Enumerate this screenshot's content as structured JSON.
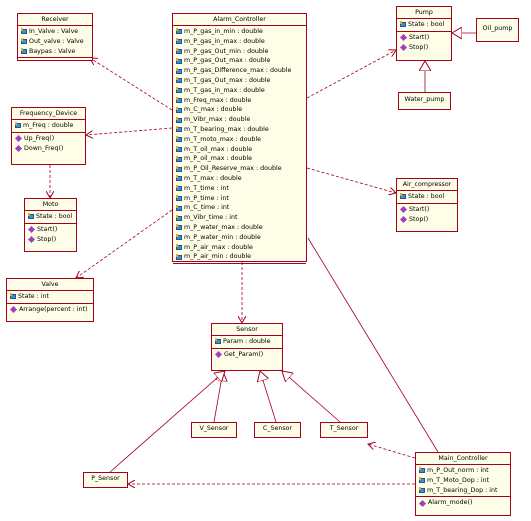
{
  "classes": {
    "receiver": {
      "name": "Receiver",
      "attributes": [
        "In_Valve : Valve",
        "Out_valve : Valve",
        "Baypas : Valve"
      ],
      "operations": []
    },
    "alarm_controller": {
      "name": "Alarm_Controller",
      "attributes": [
        "m_P_gas_in_min : double",
        "m_P_gas_in_max : double",
        "m_P_gas_Out_min : double",
        "m_P_gas_Out_max : double",
        "m_P_gas_Difference_max : double",
        "m_T_gas_Out_max : double",
        "m_T_gas_in_max : double",
        "m_Freq_max : double",
        "m_C_max : double",
        "m_Vibr_max : double",
        "m_T_bearing_max : double",
        "m_T_moto_max : double",
        "m_T_oil_max : double",
        "m_P_oil_max : double",
        "m_P_Oil_Reserve_max : double",
        "m_T_max : double",
        "m_T_time : int",
        "m_P_time : int",
        "m_C_time : int",
        "m_Vibr_time : int",
        "m_P_water_max : double",
        "m_P_water_min : double",
        "m_P_air_max : double",
        "m_P_air_min : double"
      ],
      "operations": []
    },
    "pump": {
      "name": "Pump",
      "attributes": [
        "State : bool"
      ],
      "operations": [
        "Start()",
        "Stop()"
      ]
    },
    "oil_pump": {
      "name": "Oil_pump"
    },
    "water_pump": {
      "name": "Water_pump"
    },
    "frequency_device": {
      "name": "Frequency_Device",
      "attributes": [
        "m_Freq : double"
      ],
      "operations": [
        "Up_Freq()",
        "Down_Freq()"
      ]
    },
    "moto": {
      "name": "Moto",
      "attributes": [
        "State : bool"
      ],
      "operations": [
        "Start()",
        "Stop()"
      ]
    },
    "air_compressor": {
      "name": "Air_compressor",
      "attributes": [
        "State : bool"
      ],
      "operations": [
        "Start()",
        "Stop()"
      ]
    },
    "valve": {
      "name": "Valve",
      "attributes": [
        "State : int"
      ],
      "operations": [
        "Arrange(percent : int)"
      ]
    },
    "sensor": {
      "name": "Sensor",
      "attributes": [
        "Param : double"
      ],
      "operations": [
        "Get_Param()"
      ]
    },
    "v_sensor": {
      "name": "V_Sensor"
    },
    "c_sensor": {
      "name": "C_Sensor"
    },
    "t_sensor": {
      "name": "T_Sensor"
    },
    "p_sensor": {
      "name": "P_Sensor"
    },
    "main_controller": {
      "name": "Main_Controller",
      "attributes": [
        "m_P_Out_norm : int",
        "m_T_Moto_Dop : int",
        "m_T_bearing_Dop : int"
      ],
      "operations": [
        "Alarm_mode()"
      ]
    }
  },
  "colors": {
    "box_fill": "#fefee8",
    "box_border": "#a4001f",
    "connector": "#a4001f"
  }
}
